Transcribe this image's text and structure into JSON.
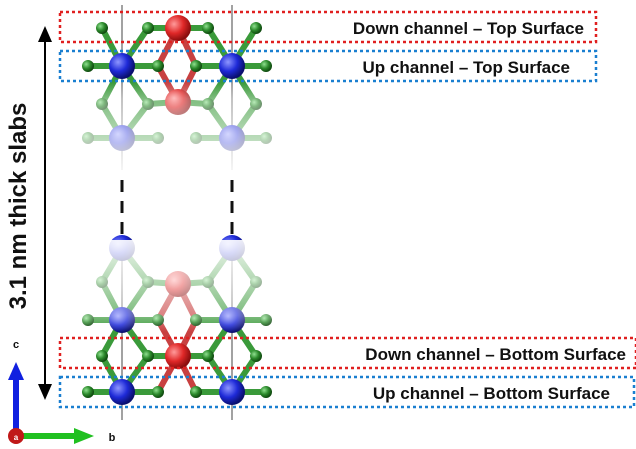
{
  "thickness_label": "3.1 nm thick slabs",
  "channels": {
    "top_down": "Down channel – Top Surface",
    "top_up": "Up channel – Top Surface",
    "bottom_down": "Down channel – Bottom Surface",
    "bottom_up": "Up channel – Bottom Surface"
  },
  "axes": {
    "c_label": "c",
    "b_label": "b",
    "a_label": "a"
  },
  "colors": {
    "down_box": "#e02020",
    "up_box": "#1a7fd0",
    "atom_red": "#e02828",
    "atom_blue": "#1e2ad8",
    "atom_green": "#2c8a2c",
    "bond_green": "#3a9a3a",
    "axis_c": "#1020e0",
    "axis_b": "#20c020",
    "axis_a": "#c01818"
  },
  "legend": {
    "down_box_color": "red",
    "up_box_color": "blue",
    "box_style": "dotted"
  }
}
